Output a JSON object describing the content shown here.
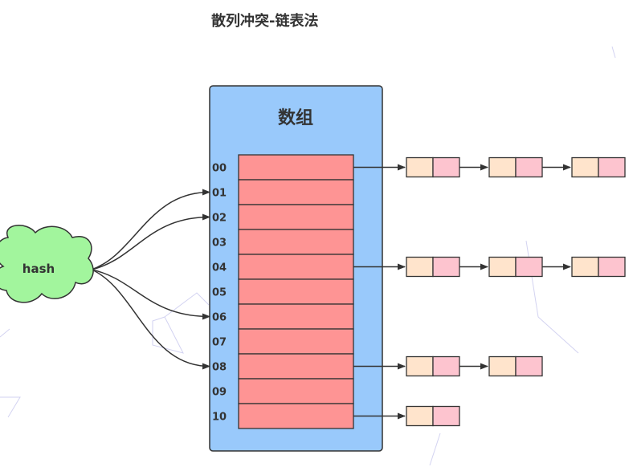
{
  "title": "散列冲突-链表法",
  "array_label": "数组",
  "hash_label": "hash",
  "slots": [
    "00",
    "01",
    "02",
    "03",
    "04",
    "05",
    "06",
    "07",
    "08",
    "09",
    "10"
  ],
  "hash_targets": [
    "01",
    "02",
    "06",
    "08"
  ],
  "chains": [
    {
      "slot": "00",
      "node_count": 3
    },
    {
      "slot": "04",
      "node_count": 3
    },
    {
      "slot": "08",
      "node_count": 2
    },
    {
      "slot": "10",
      "node_count": 1
    }
  ],
  "colors": {
    "array_bg": "#99c9fb",
    "slot_fill": "#fe9494",
    "node_left": "#ffe4cc",
    "node_right": "#fdc4cf",
    "cloud": "#a2f59d",
    "stroke": "#333333"
  }
}
